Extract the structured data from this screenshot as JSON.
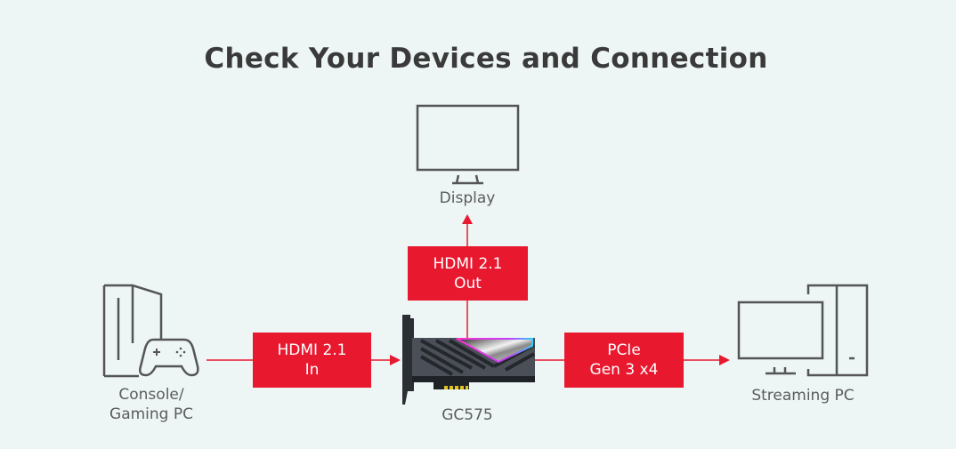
{
  "title": "Check Your Devices and Connection",
  "colors": {
    "background": "#edf5f5",
    "accent": "#e8182f",
    "icon_stroke": "#555555",
    "text": "#5c5c5c"
  },
  "devices": {
    "display": {
      "label": "Display",
      "icon": "monitor-icon"
    },
    "console": {
      "label_line1": "Console/",
      "label_line2": "Gaming PC",
      "icon": "console-gamepad-icon"
    },
    "capture_card": {
      "label": "GC575",
      "icon": "capture-card-icon"
    },
    "streaming_pc": {
      "label": "Streaming PC",
      "icon": "desktop-pc-icon"
    }
  },
  "connections": {
    "hdmi_in": {
      "line1": "HDMI 2.1",
      "line2": "In"
    },
    "hdmi_out": {
      "line1": "HDMI 2.1",
      "line2": "Out"
    },
    "pcie": {
      "line1": "PCIe",
      "line2": "Gen 3 x4"
    }
  }
}
